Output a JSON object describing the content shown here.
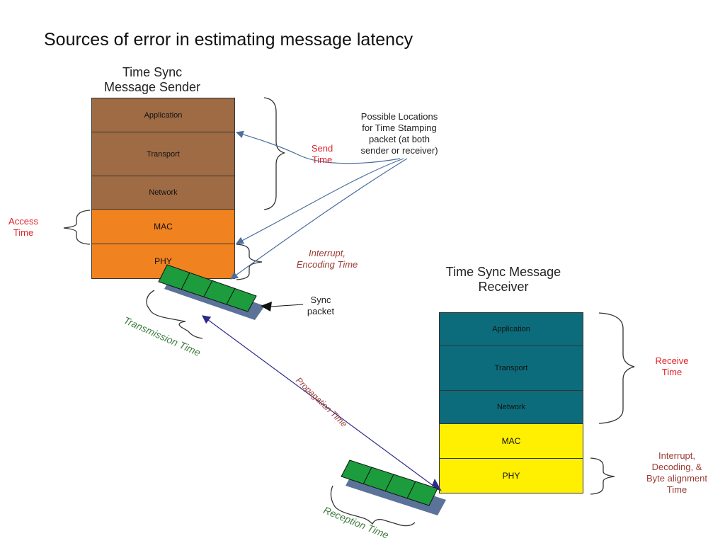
{
  "slide": {
    "title": "Sources of error in estimating message latency"
  },
  "sender": {
    "title_line1": "Time Sync",
    "title_line2": "Message Sender",
    "layers": [
      "Application",
      "Transport",
      "Network",
      "MAC",
      "PHY"
    ],
    "upper_color": "#9e6b45",
    "lower_color": "#f0821f"
  },
  "receiver": {
    "title_line1": "Time Sync Message",
    "title_line2": "Receiver",
    "layers": [
      "Application",
      "Transport",
      "Network",
      "MAC",
      "PHY"
    ],
    "upper_color": "#0c6c7c",
    "lower_color": "#ffef00"
  },
  "annotations": {
    "access_time": [
      "Access",
      "Time"
    ],
    "send_time": [
      "Send",
      "Time"
    ],
    "possible_locations": [
      "Possible Locations",
      "for Time Stamping",
      "packet (at both",
      "sender or receiver)"
    ],
    "interrupt_encoding": [
      "Interrupt,",
      "Encoding Time"
    ],
    "sync_packet": [
      "Sync",
      "packet"
    ],
    "transmission_time": "Transmission Time",
    "propagation_time": "Propagation Time",
    "receive_time": [
      "Receive",
      "Time"
    ],
    "interrupt_decoding": [
      "Interrupt,",
      "Decoding, &",
      "Byte alignment",
      "Time"
    ],
    "reception_time": "Reception Time"
  },
  "colors": {
    "red_label": "#e0232a",
    "brown_label": "#9b3a32",
    "green_label": "#3f7d3f",
    "packet_green": "#1c9c3c",
    "packet_shadow": "#5b7399",
    "arrow_blue": "#4b6e9c",
    "propagation_line": "#2f2c8f"
  }
}
